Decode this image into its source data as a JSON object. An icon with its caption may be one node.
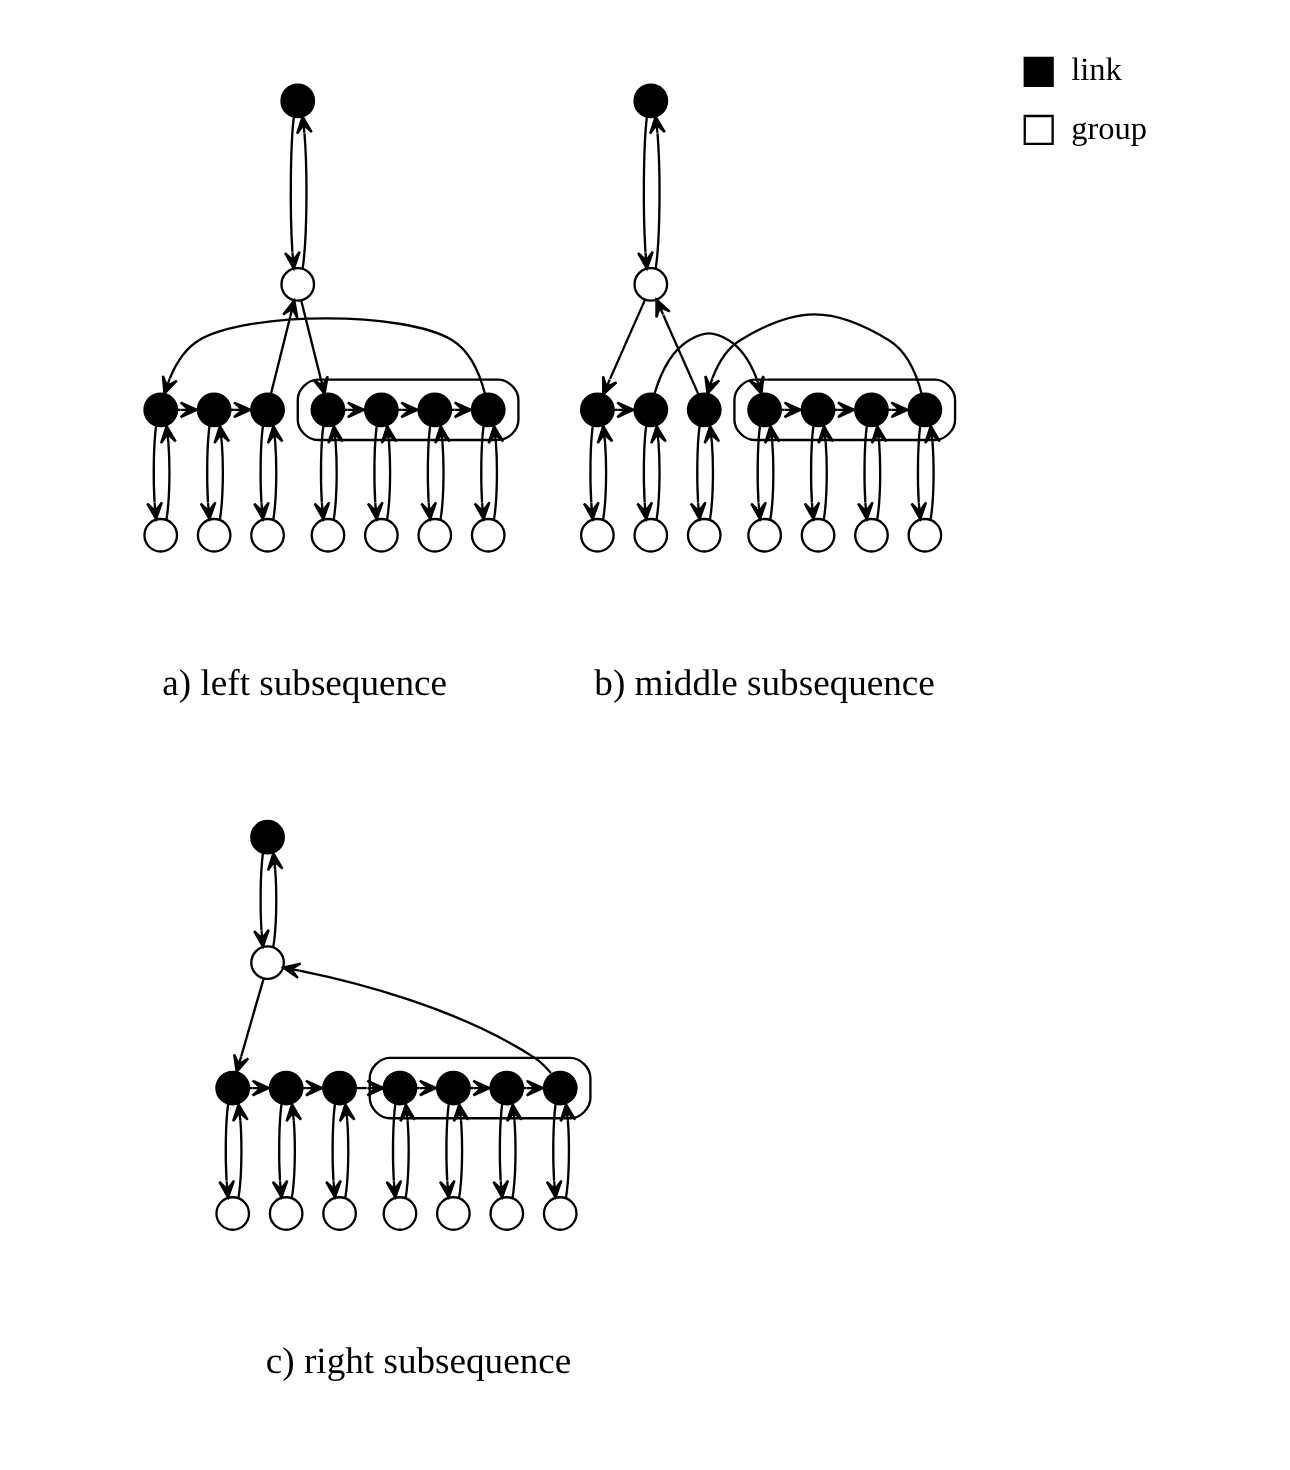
{
  "diagram": {
    "nodes": [
      {
        "text": [],
        "shape": "dot"
      },
      {
        "text": [],
        "shape": "circle"
      },
      {
        "text": [],
        "shape": "ellipse"
      },
      {
        "text": [],
        "shape": "dot",
        "in": 2
      },
      {
        "text": [],
        "shape": "dot",
        "in": 2
      },
      {
        "text": [],
        "shape": "dot",
        "in": 2
      },
      {
        "text": [],
        "shape": "dot",
        "in": 2
      },
      {
        "text": [],
        "shape": "dot"
      },
      {
        "text": [],
        "shape": "dot"
      },
      {
        "text": [],
        "shape": "dot"
      },
      {
        "text": [],
        "shape": "circle"
      },
      {
        "text": [],
        "shape": "circle"
      },
      {
        "text": [],
        "shape": "circle"
      },
      {
        "text": [],
        "shape": "circle"
      },
      {
        "text": [],
        "shape": "circle"
      },
      {
        "text": [],
        "shape": "circle"
      },
      {
        "text": [],
        "shape": "circle"
      },
      {
        "text": [],
        "shape": "dot"
      },
      {
        "text": [],
        "shape": "circle"
      },
      {
        "text": [],
        "shape": "ellipse"
      },
      {
        "text": [],
        "shape": "dot"
      },
      {
        "text": [],
        "shape": "dot"
      },
      {
        "text": [],
        "shape": "dot",
        "in": 19
      },
      {
        "text": [],
        "shape": "dot",
        "in": 19
      },
      {
        "text": [],
        "shape": "dot",
        "in": 19
      },
      {
        "text": [],
        "shape": "dot",
        "in": 19
      },
      {
        "text": [],
        "shape": "dot"
      },
      {
        "text": [],
        "shape": "circle"
      },
      {
        "text": [],
        "shape": "circle"
      },
      {
        "text": [],
        "shape": "circle"
      },
      {
        "text": [],
        "shape": "circle"
      },
      {
        "text": [],
        "shape": "circle"
      },
      {
        "text": [],
        "shape": "circle"
      },
      {
        "text": [],
        "shape": "circle"
      },
      {
        "text": [],
        "shape": "dot"
      },
      {
        "text": [],
        "shape": "circle"
      },
      {
        "text": [],
        "shape": "ellipse"
      },
      {
        "text": [],
        "shape": "dot"
      },
      {
        "text": [],
        "shape": "dot"
      },
      {
        "text": [],
        "shape": "dot"
      },
      {
        "text": [],
        "shape": "dot",
        "in": 36
      },
      {
        "text": [],
        "shape": "dot",
        "in": 36
      },
      {
        "text": [],
        "shape": "dot",
        "in": 36
      },
      {
        "text": [],
        "shape": "dot",
        "in": 36
      },
      {
        "text": [],
        "shape": "circle"
      },
      {
        "text": [],
        "shape": "circle"
      },
      {
        "text": [],
        "shape": "circle"
      },
      {
        "text": [],
        "shape": "circle"
      },
      {
        "text": [],
        "shape": "circle"
      },
      {
        "text": [],
        "shape": "circle"
      },
      {
        "text": [],
        "shape": "circle"
      }
    ],
    "edges": [
      {
        "from": 0,
        "to": 1,
        "arrow": "to"
      },
      {
        "from": 1,
        "to": 0,
        "arrow": "to"
      },
      {
        "from": 1,
        "to": 3,
        "arrow": "to"
      },
      {
        "from": 9,
        "to": 1,
        "arrow": "to"
      },
      {
        "from": 3,
        "to": 4,
        "arrow": "to"
      },
      {
        "from": 4,
        "to": 5,
        "arrow": "to"
      },
      {
        "from": 5,
        "to": 6,
        "arrow": "to"
      },
      {
        "from": 6,
        "to": 7,
        "arrow": "to"
      },
      {
        "from": 7,
        "to": 8,
        "arrow": "to"
      },
      {
        "from": 8,
        "to": 9,
        "arrow": "to"
      },
      {
        "from": 3,
        "to": 10,
        "arrow": "to"
      },
      {
        "from": 10,
        "to": 3,
        "arrow": "to"
      },
      {
        "from": 4,
        "to": 11,
        "arrow": "to"
      },
      {
        "from": 11,
        "to": 4,
        "arrow": "to"
      },
      {
        "from": 5,
        "to": 12,
        "arrow": "to"
      },
      {
        "from": 12,
        "to": 5,
        "arrow": "to"
      },
      {
        "from": 6,
        "to": 13,
        "arrow": "to"
      },
      {
        "from": 13,
        "to": 6,
        "arrow": "to"
      },
      {
        "from": 7,
        "to": 14,
        "arrow": "to"
      },
      {
        "from": 14,
        "to": 7,
        "arrow": "to"
      },
      {
        "from": 8,
        "to": 15,
        "arrow": "to"
      },
      {
        "from": 15,
        "to": 8,
        "arrow": "to"
      },
      {
        "from": 9,
        "to": 16,
        "arrow": "to"
      },
      {
        "from": 16,
        "to": 9,
        "arrow": "to"
      },
      {
        "from": 17,
        "to": 18,
        "arrow": "to"
      },
      {
        "from": 18,
        "to": 17,
        "arrow": "to"
      },
      {
        "from": 18,
        "to": 20,
        "arrow": "to"
      },
      {
        "from": 26,
        "to": 18,
        "arrow": "to"
      },
      {
        "from": 20,
        "to": 21,
        "arrow": "to"
      },
      {
        "from": 21,
        "to": 22,
        "arrow": "to"
      },
      {
        "from": 22,
        "to": 23,
        "arrow": "to"
      },
      {
        "from": 23,
        "to": 24,
        "arrow": "to"
      },
      {
        "from": 24,
        "to": 25,
        "arrow": "to"
      },
      {
        "from": 25,
        "to": 26,
        "arrow": "to"
      },
      {
        "from": 20,
        "to": 27,
        "arrow": "to"
      },
      {
        "from": 27,
        "to": 20,
        "arrow": "to"
      },
      {
        "from": 21,
        "to": 28,
        "arrow": "to"
      },
      {
        "from": 28,
        "to": 21,
        "arrow": "to"
      },
      {
        "from": 22,
        "to": 29,
        "arrow": "to"
      },
      {
        "from": 29,
        "to": 22,
        "arrow": "to"
      },
      {
        "from": 23,
        "to": 30,
        "arrow": "to"
      },
      {
        "from": 30,
        "to": 23,
        "arrow": "to"
      },
      {
        "from": 24,
        "to": 31,
        "arrow": "to"
      },
      {
        "from": 31,
        "to": 24,
        "arrow": "to"
      },
      {
        "from": 25,
        "to": 32,
        "arrow": "to"
      },
      {
        "from": 32,
        "to": 25,
        "arrow": "to"
      },
      {
        "from": 26,
        "to": 33,
        "arrow": "to"
      },
      {
        "from": 33,
        "to": 26,
        "arrow": "to"
      },
      {
        "from": 34,
        "to": 35,
        "arrow": "to"
      },
      {
        "from": 35,
        "to": 34,
        "arrow": "to"
      },
      {
        "from": 35,
        "to": 37,
        "arrow": "to"
      },
      {
        "from": 43,
        "to": 35,
        "arrow": "to"
      },
      {
        "from": 37,
        "to": 38,
        "arrow": "to"
      },
      {
        "from": 38,
        "to": 39,
        "arrow": "to"
      },
      {
        "from": 39,
        "to": 40,
        "arrow": "to"
      },
      {
        "from": 40,
        "to": 41,
        "arrow": "to"
      },
      {
        "from": 41,
        "to": 42,
        "arrow": "to"
      },
      {
        "from": 42,
        "to": 43,
        "arrow": "to"
      },
      {
        "from": 37,
        "to": 44,
        "arrow": "to"
      },
      {
        "from": 44,
        "to": 37,
        "arrow": "to"
      },
      {
        "from": 38,
        "to": 45,
        "arrow": "to"
      },
      {
        "from": 45,
        "to": 38,
        "arrow": "to"
      },
      {
        "from": 39,
        "to": 46,
        "arrow": "to"
      },
      {
        "from": 46,
        "to": 39,
        "arrow": "to"
      },
      {
        "from": 40,
        "to": 47,
        "arrow": "to"
      },
      {
        "from": 47,
        "to": 40,
        "arrow": "to"
      },
      {
        "from": 41,
        "to": 48,
        "arrow": "to"
      },
      {
        "from": 48,
        "to": 41,
        "arrow": "to"
      },
      {
        "from": 42,
        "to": 49,
        "arrow": "to"
      },
      {
        "from": 49,
        "to": 42,
        "arrow": "to"
      },
      {
        "from": 43,
        "to": 50,
        "arrow": "to"
      },
      {
        "from": 50,
        "to": 43,
        "arrow": "to"
      }
    ],
    "labels": [
      "a) left subsequence",
      "b) middle subsequence",
      "c) right subsequence"
    ],
    "legend": [
      {
        "text": "link",
        "color": "#000000"
      },
      {
        "text": "group",
        "color": "#ffffff"
      }
    ]
  }
}
